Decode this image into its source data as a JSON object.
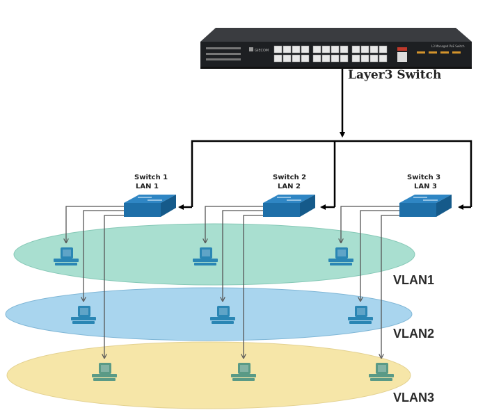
{
  "diagram": {
    "core": {
      "label": "Layer3 Switch",
      "brand": "GIECOM",
      "model_text": "L3 Managed PoE Switch"
    },
    "switches": [
      {
        "name": "Switch 1",
        "lan": "LAN 1"
      },
      {
        "name": "Switch 2",
        "lan": "LAN 2"
      },
      {
        "name": "Switch 3",
        "lan": "LAN 3"
      }
    ],
    "vlans": [
      {
        "label": "VLAN1",
        "color": "#a9dfd0"
      },
      {
        "label": "VLAN2",
        "color": "#a9d5ee"
      },
      {
        "label": "VLAN3",
        "color": "#f6e6a8"
      }
    ],
    "colors": {
      "switch_blue": "#1e6fa8",
      "pc_blue": "#2a86b4",
      "pc_green": "#5a9a86",
      "core_body": "#26282c"
    }
  }
}
